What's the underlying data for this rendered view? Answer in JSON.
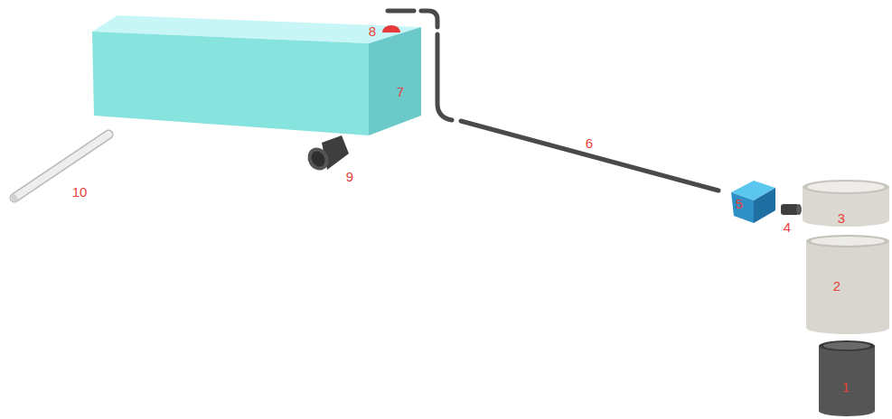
{
  "diagram": {
    "labels": [
      "8",
      "7",
      "6",
      "10",
      "9",
      "5",
      "4",
      "3",
      "2",
      "1"
    ]
  }
}
